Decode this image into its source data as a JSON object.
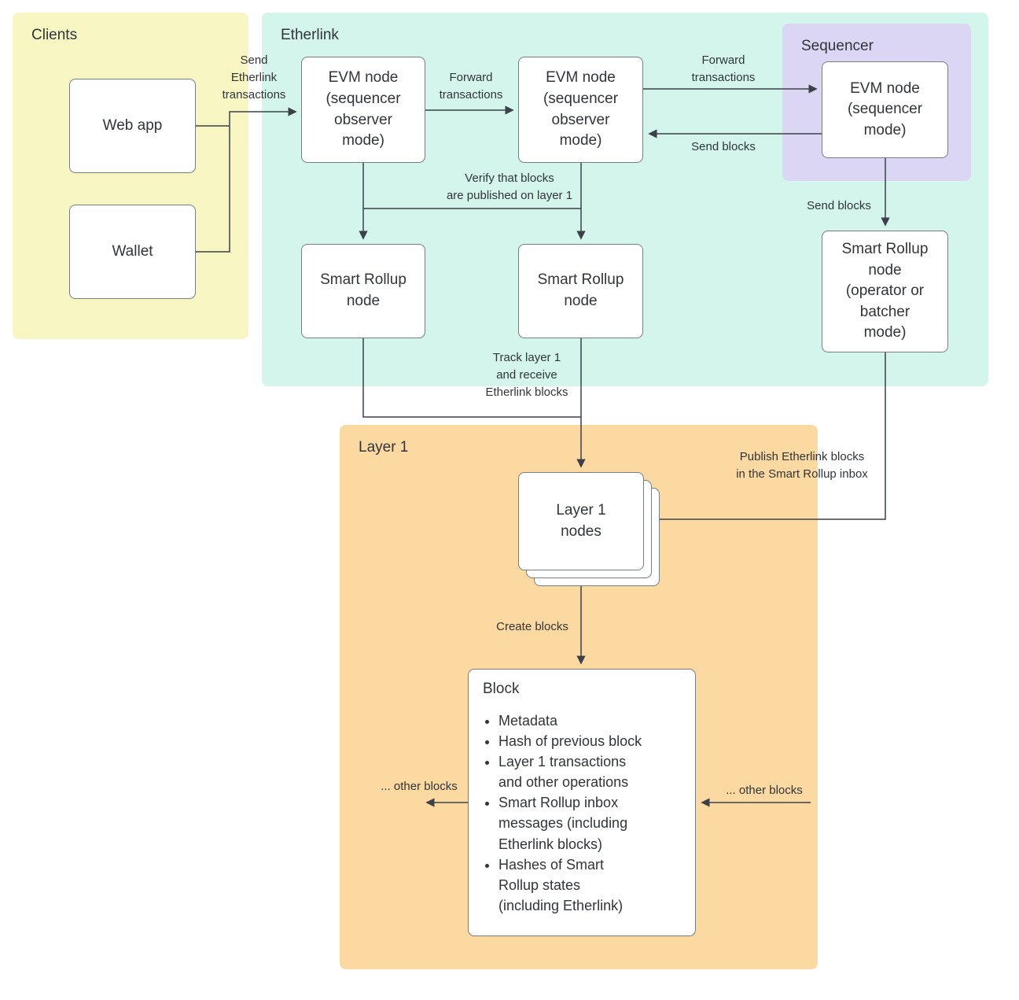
{
  "palette": {
    "clients_bg": "#f8f7c4",
    "etherlink_bg": "#d3f5eb",
    "sequencer_bg": "#dcd6f5",
    "layer1_bg": "#fcd9a0",
    "node_border": "#767d84",
    "arrow": "#3b4149",
    "text": "#30353b"
  },
  "regions": {
    "clients": {
      "label": "Clients"
    },
    "etherlink": {
      "label": "Etherlink"
    },
    "sequencer": {
      "label": "Sequencer"
    },
    "layer1": {
      "label": "Layer 1"
    }
  },
  "nodes": {
    "web_app": {
      "label": "Web app"
    },
    "wallet": {
      "label": "Wallet"
    },
    "evm_observer_1": {
      "label": "EVM node\n(sequencer\nobserver\nmode)"
    },
    "evm_observer_2": {
      "label": "EVM node\n(sequencer\nobserver\nmode)"
    },
    "evm_sequencer": {
      "label": "EVM node\n(sequencer\nmode)"
    },
    "smart_rollup_1": {
      "label": "Smart Rollup\nnode"
    },
    "smart_rollup_2": {
      "label": "Smart Rollup\nnode"
    },
    "smart_rollup_operator": {
      "label": "Smart Rollup\nnode\n(operator or\nbatcher\nmode)"
    },
    "layer1_nodes": {
      "label": "Layer 1\nnodes"
    },
    "block": {
      "title": "Block",
      "items": [
        "Metadata",
        "Hash of previous block",
        "Layer 1 transactions\nand other operations",
        "Smart Rollup inbox\nmessages (including\nEtherlink blocks)",
        "Hashes of Smart\nRollup states\n(including Etherlink)"
      ]
    }
  },
  "edges": {
    "send_transactions": {
      "label": "Send\nEtherlink\ntransactions"
    },
    "forward_transactions_1": {
      "label": "Forward\ntransactions"
    },
    "forward_transactions_2": {
      "label": "Forward\ntransactions"
    },
    "send_blocks_to_observer": {
      "label": "Send blocks"
    },
    "verify_blocks": {
      "label": "Verify that blocks\nare published on layer 1"
    },
    "send_blocks_to_rollup": {
      "label": "Send blocks"
    },
    "track_layer1": {
      "label": "Track layer 1\nand receive\nEtherlink blocks"
    },
    "publish_blocks": {
      "label": "Publish Etherlink blocks\nin the Smart Rollup inbox"
    },
    "create_blocks": {
      "label": "Create blocks"
    },
    "other_blocks_left": {
      "label": "... other blocks"
    },
    "other_blocks_right": {
      "label": "... other blocks"
    }
  }
}
